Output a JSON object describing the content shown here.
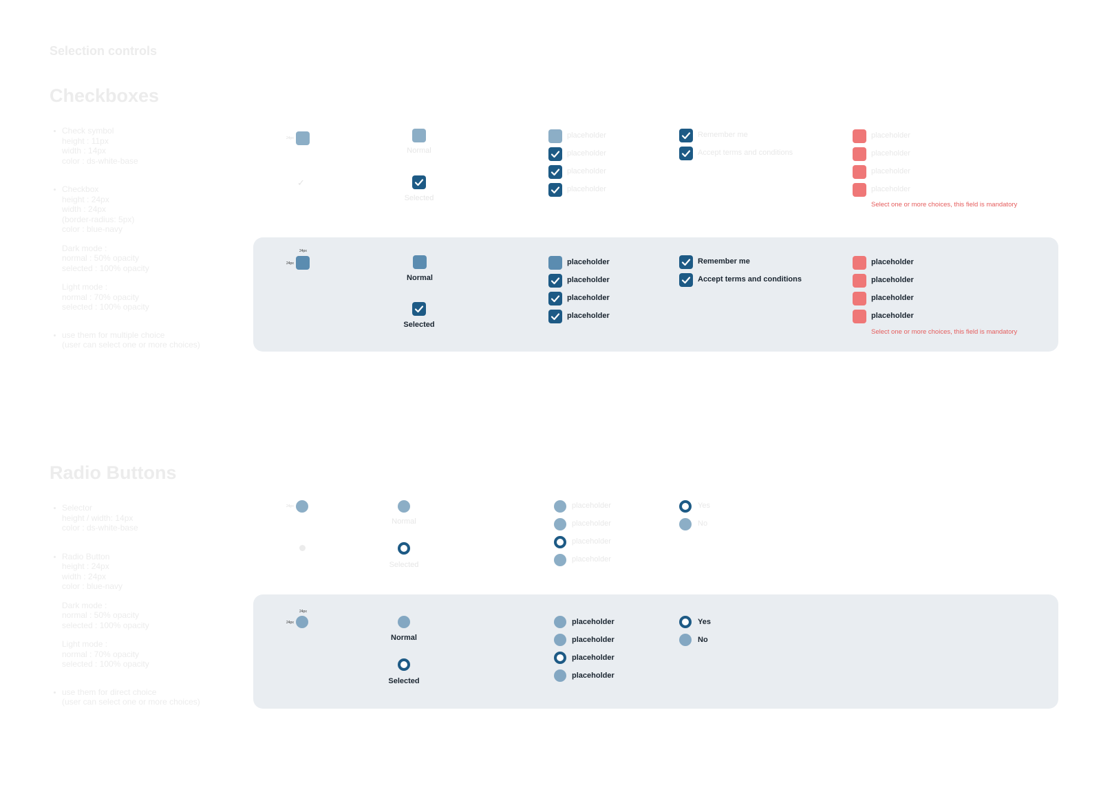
{
  "page": {
    "title": "Selection controls"
  },
  "colors": {
    "blue_navy": "#1d5a85",
    "error": "#ef7777",
    "panel_bg": "#e9edf1"
  },
  "checkboxes": {
    "title": "Checkboxes",
    "spec": {
      "check_symbol": [
        "Check symbol",
        "height : 11px",
        "width : 14px",
        "color : ds-white-base"
      ],
      "checkbox": [
        "Checkbox",
        "height : 24px",
        "width : 24px",
        "(border-radius: 5px)",
        "color : blue-navy"
      ],
      "dark_mode": [
        "Dark mode :",
        "normal : 50% opacity",
        "selected : 100% opacity"
      ],
      "light_mode": [
        "Light mode :",
        "normal : 70% opacity",
        "selected : 100% opacity"
      ],
      "usage": [
        "use them for multiple choice",
        "(user can select one or more choices)"
      ]
    },
    "dimension_label": "24px",
    "normal_label": "Normal",
    "selected_label": "Selected",
    "list": {
      "items": [
        {
          "label": "placeholder",
          "checked": false
        },
        {
          "label": "placeholder",
          "checked": true
        },
        {
          "label": "placeholder",
          "checked": true
        },
        {
          "label": "placeholder",
          "checked": true
        }
      ]
    },
    "form": {
      "items": [
        {
          "label": "Remember me",
          "checked": true
        },
        {
          "label": "Accept terms and conditions",
          "checked": true
        }
      ]
    },
    "error": {
      "items": [
        {
          "label": "placeholder"
        },
        {
          "label": "placeholder"
        },
        {
          "label": "placeholder"
        },
        {
          "label": "placeholder"
        }
      ],
      "message": "Select one or more choices, this field is mandatory"
    }
  },
  "radios": {
    "title": "Radio Buttons",
    "spec": {
      "selector": [
        "Selector",
        "height / width: 14px",
        "color : ds-white-base"
      ],
      "radio_button": [
        "Radio Button",
        "height : 24px",
        "width : 24px",
        "color : blue-navy"
      ],
      "dark_mode": [
        "Dark mode :",
        "normal : 50% opacity",
        "selected : 100% opacity"
      ],
      "light_mode": [
        "Light mode :",
        "normal : 70% opacity",
        "selected : 100% opacity"
      ],
      "usage": [
        "use them for direct choice",
        "(user can select one or more choices)"
      ]
    },
    "dimension_label": "24px",
    "normal_label": "Normal",
    "selected_label": "Selected",
    "list": {
      "items": [
        {
          "label": "placeholder",
          "selected": false
        },
        {
          "label": "placeholder",
          "selected": false
        },
        {
          "label": "placeholder",
          "selected": true
        },
        {
          "label": "placeholder",
          "selected": false
        }
      ]
    },
    "yes_no": {
      "items": [
        {
          "label": "Yes",
          "selected": true
        },
        {
          "label": "No",
          "selected": false
        }
      ]
    }
  }
}
